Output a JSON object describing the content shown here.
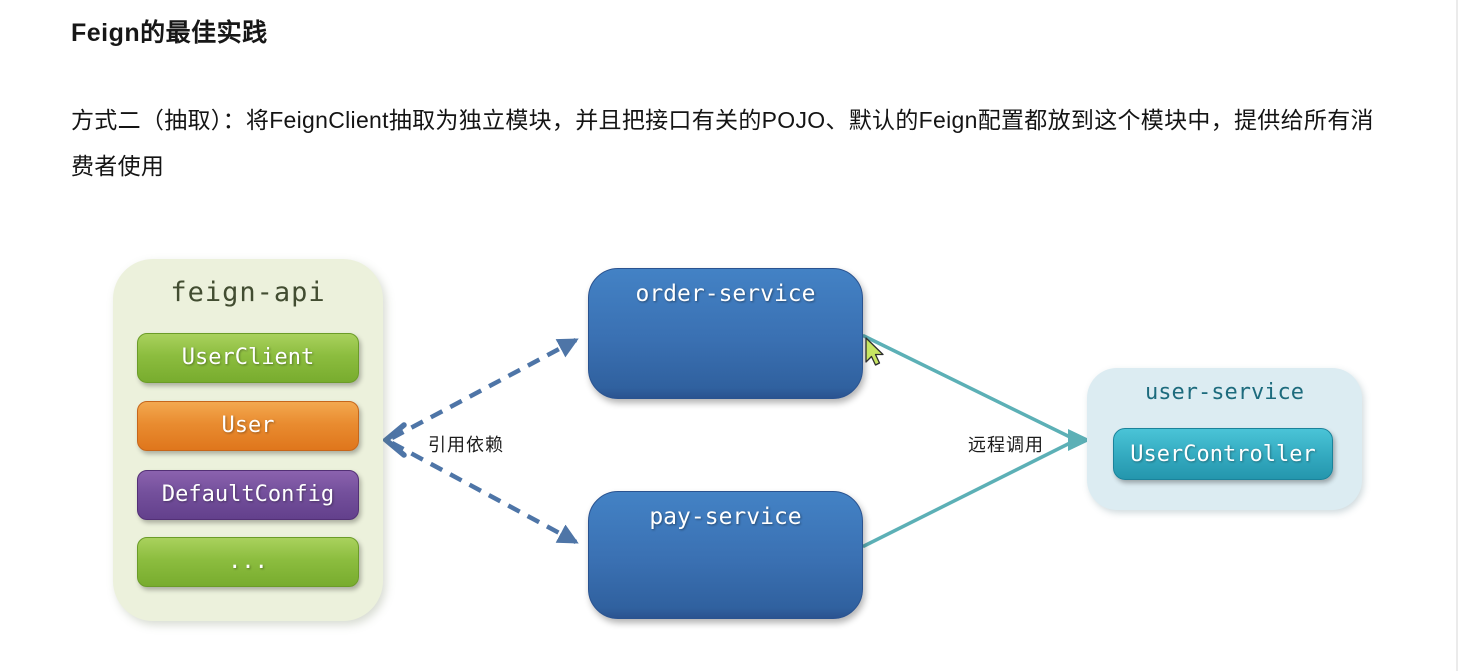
{
  "header": {
    "title": "Feign的最佳实践",
    "paragraph": "方式二（抽取）：将FeignClient抽取为独立模块，并且把接口有关的POJO、默认的Feign配置都放到这个模块中，提供给所有消费者使用"
  },
  "diagram": {
    "feign_api": {
      "title": "feign-api",
      "items": [
        {
          "label": "UserClient",
          "color": "green"
        },
        {
          "label": "User",
          "color": "orange"
        },
        {
          "label": "DefaultConfig",
          "color": "purple"
        },
        {
          "label": "...",
          "color": "green"
        }
      ]
    },
    "services": [
      {
        "name": "order-service"
      },
      {
        "name": "pay-service"
      }
    ],
    "user_service": {
      "title": "user-service",
      "item": "UserController"
    },
    "edges": {
      "dependency_label": "引用依赖",
      "remote_call_label": "远程调用"
    },
    "icons": {
      "cursor": "mouse-pointer"
    },
    "colors": {
      "feign_api_bg": "#ecf1dc",
      "green_button": "#8cbd3f",
      "orange_button": "#e98c30",
      "purple_button": "#74509c",
      "service_box_blue": "#3a70b2",
      "user_service_bg": "#dcecf2",
      "teal_button": "#33a9bf",
      "dependency_arrow": "#4e75a7",
      "remote_call_line": "#5cb0b6",
      "cursor_fill": "#c7e562"
    }
  }
}
